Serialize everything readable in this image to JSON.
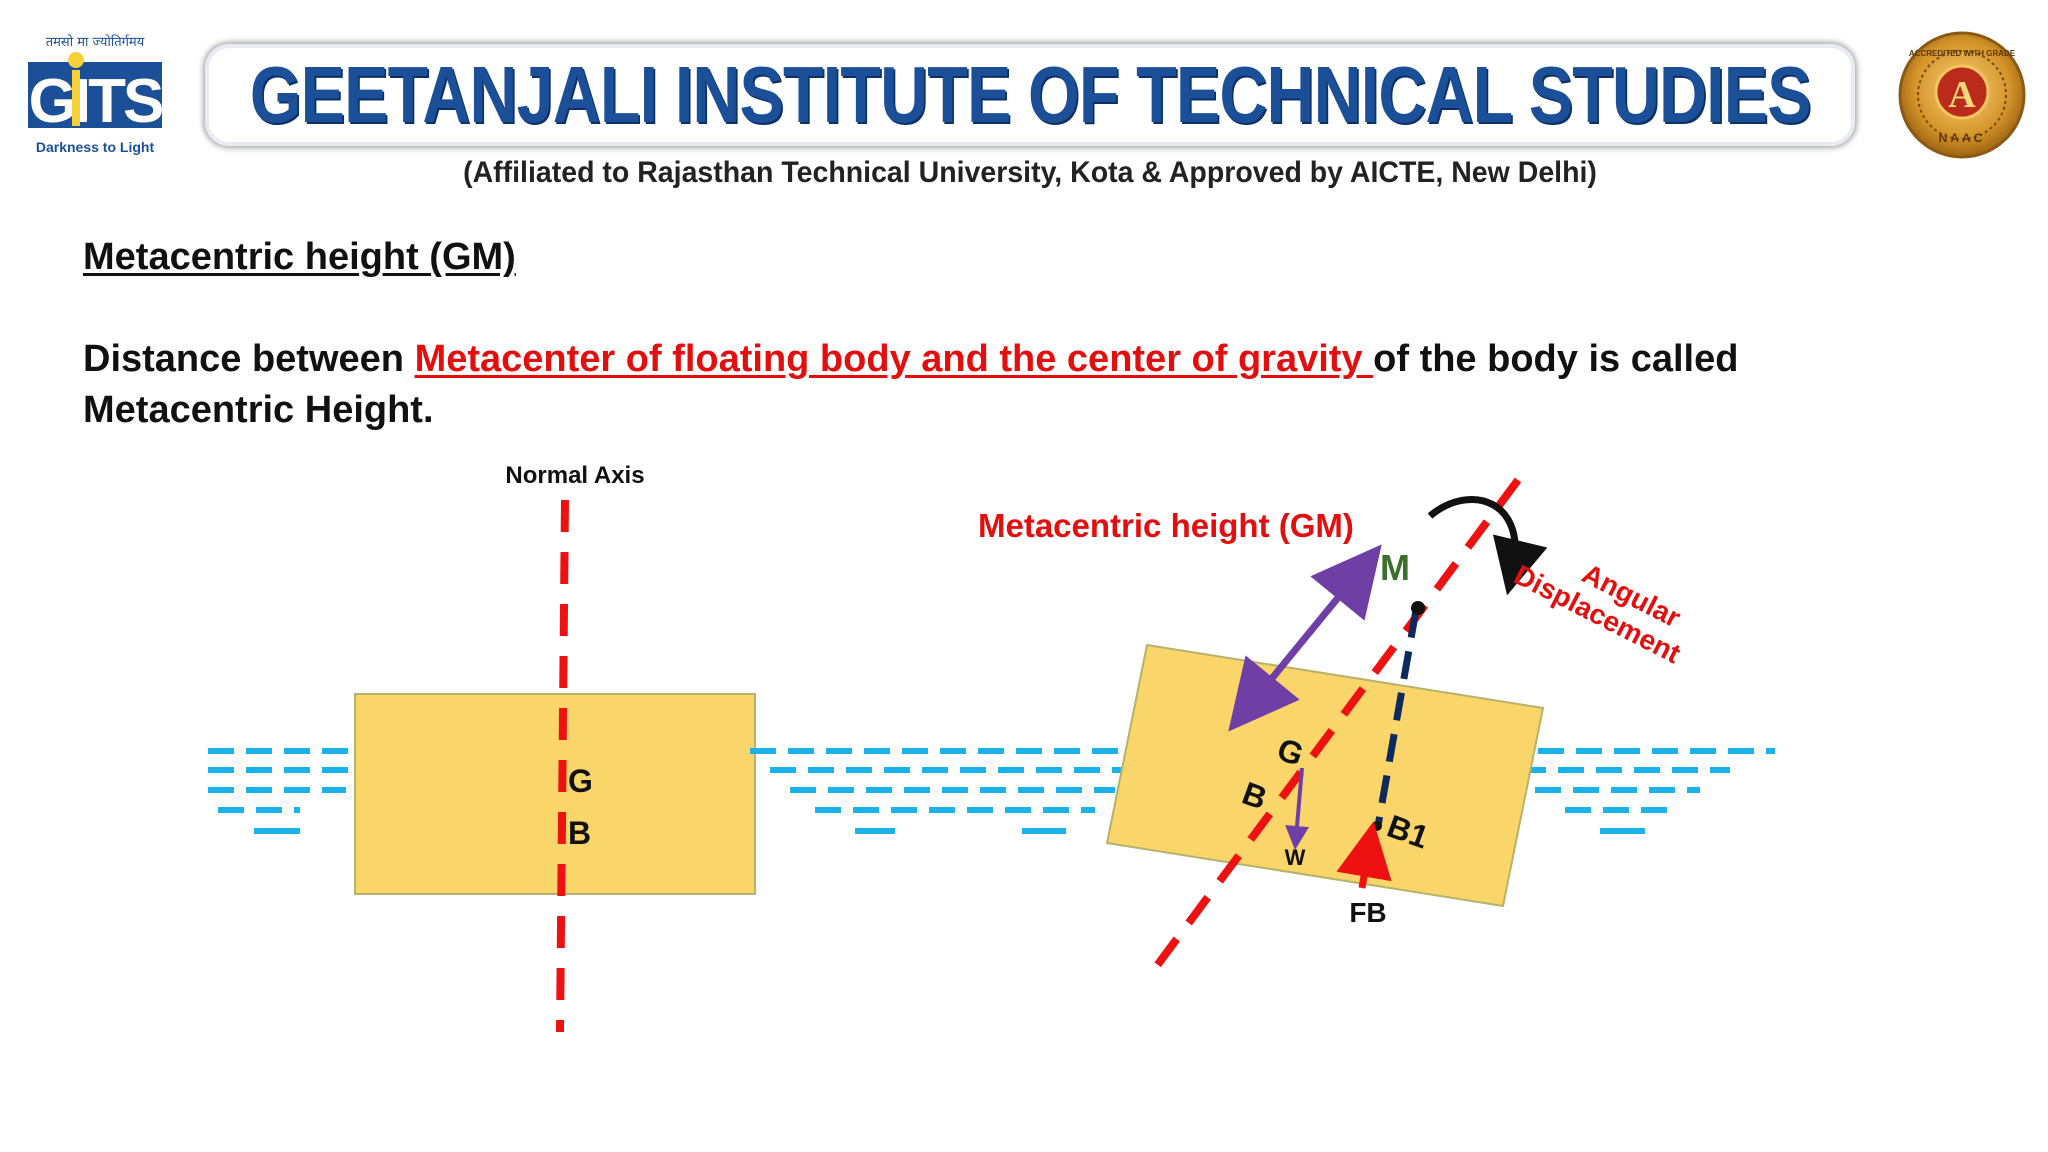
{
  "header": {
    "logo_motto_top": "तमसो मा ज्योतिर्गमय",
    "logo_letters": "GITS",
    "logo_tagline": "Darkness to Light",
    "institute_name": "GEETANJALI INSTITUTE OF TECHNICAL STUDIES",
    "affiliation": "(Affiliated to Rajasthan Technical University, Kota & Approved by AICTE, New Delhi)",
    "seal_grade": "A",
    "seal_ring_text": "ACCREDITED WITH GRADE",
    "seal_bottom": "NAAC"
  },
  "content": {
    "heading": "Metacentric height (GM)",
    "definition_prefix": "Distance between ",
    "definition_highlight": "Metacenter of floating body and the center of gravity ",
    "definition_suffix": "of the body is called Metacentric Height."
  },
  "diagram": {
    "normal_axis_label": "Normal Axis",
    "gm_label": "Metacentric height (GM)",
    "angular_label_line1": "Angular",
    "angular_label_line2": "Displacement",
    "upright_g": "G",
    "upright_b": "B",
    "tilted_g": "G",
    "tilted_b": "B",
    "tilted_b1": "B1",
    "metacenter": "M",
    "weight": "W",
    "buoyancy": "FB",
    "colors": {
      "axis_red": "#ee1111",
      "water_blue": "#1ab2e8",
      "body_fill": "#fad56a",
      "gm_arrow": "#6f3fa6",
      "vertical_navy": "#0e2a5c",
      "metacenter_green": "#3c6e2c"
    }
  }
}
